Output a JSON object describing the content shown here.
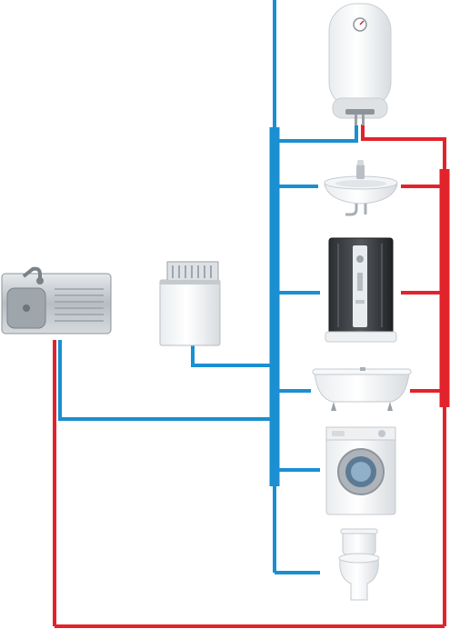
{
  "colors": {
    "cold": "#1a8fd1",
    "hot": "#e3232b",
    "background": "#ffffff"
  },
  "fixtures": [
    {
      "name": "water-heater",
      "icon": "water-heater-icon",
      "cold": true,
      "hot": true
    },
    {
      "name": "washbasin",
      "icon": "washbasin-icon",
      "cold": true,
      "hot": true
    },
    {
      "name": "shower-cabin",
      "icon": "shower-cabin-icon",
      "cold": true,
      "hot": true
    },
    {
      "name": "bathtub",
      "icon": "bathtub-icon",
      "cold": true,
      "hot": true
    },
    {
      "name": "washing-machine",
      "icon": "washing-machine-icon",
      "cold": true,
      "hot": false
    },
    {
      "name": "toilet",
      "icon": "toilet-icon",
      "cold": true,
      "hot": false
    },
    {
      "name": "kitchen-sink",
      "icon": "kitchen-sink-icon",
      "cold": true,
      "hot": true
    },
    {
      "name": "dishwasher",
      "icon": "dishwasher-icon",
      "cold": true,
      "hot": false
    }
  ]
}
